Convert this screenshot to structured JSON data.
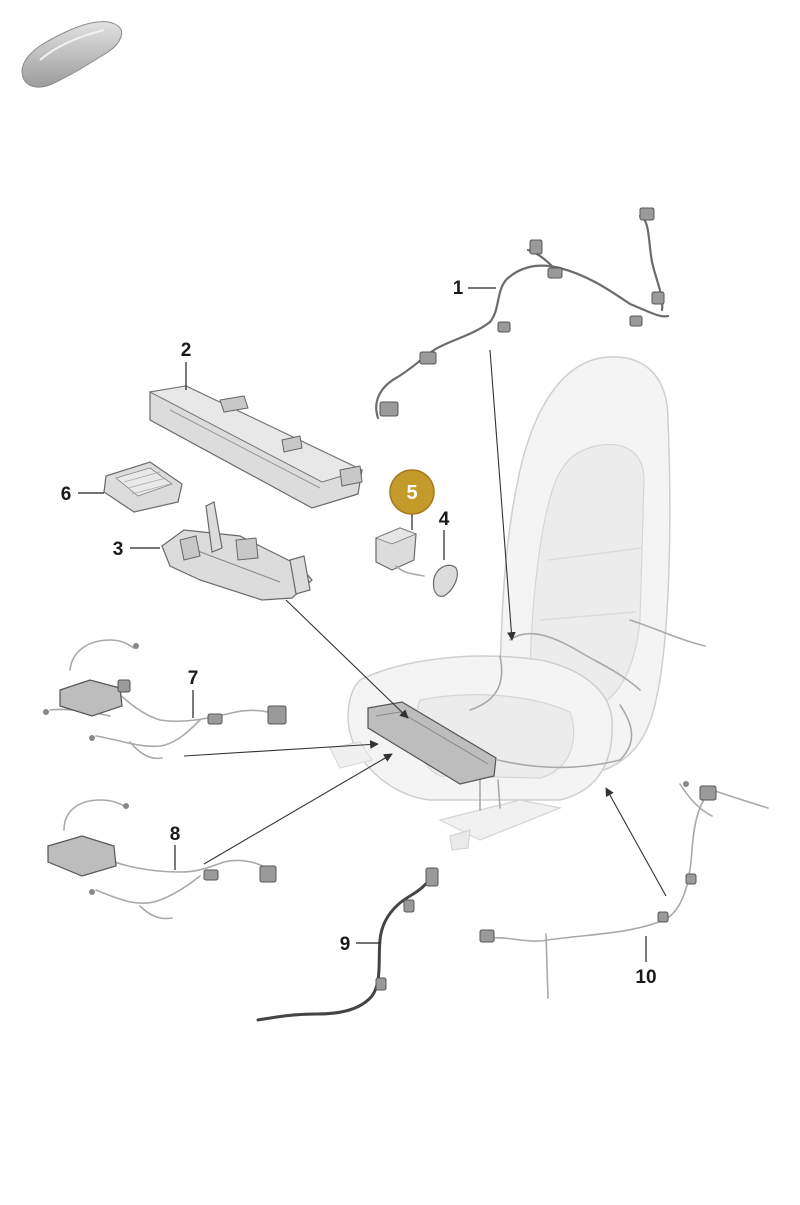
{
  "diagram": {
    "colors": {
      "highlight": "#c49a2a",
      "label": "#1a1a1a",
      "part": "#dcdcdc",
      "seat": "#f4f4f4"
    },
    "icons": {
      "vehicle_thumbnail": "car-silhouette-icon"
    },
    "callouts": [
      {
        "id": "1",
        "text": "1",
        "highlighted": false
      },
      {
        "id": "2",
        "text": "2",
        "highlighted": false
      },
      {
        "id": "3",
        "text": "3",
        "highlighted": false
      },
      {
        "id": "4",
        "text": "4",
        "highlighted": false
      },
      {
        "id": "5",
        "text": "5",
        "highlighted": true
      },
      {
        "id": "6",
        "text": "6",
        "highlighted": false
      },
      {
        "id": "7",
        "text": "7",
        "highlighted": false
      },
      {
        "id": "8",
        "text": "8",
        "highlighted": false
      },
      {
        "id": "9",
        "text": "9",
        "highlighted": false
      },
      {
        "id": "10",
        "text": "10",
        "highlighted": false
      }
    ]
  }
}
